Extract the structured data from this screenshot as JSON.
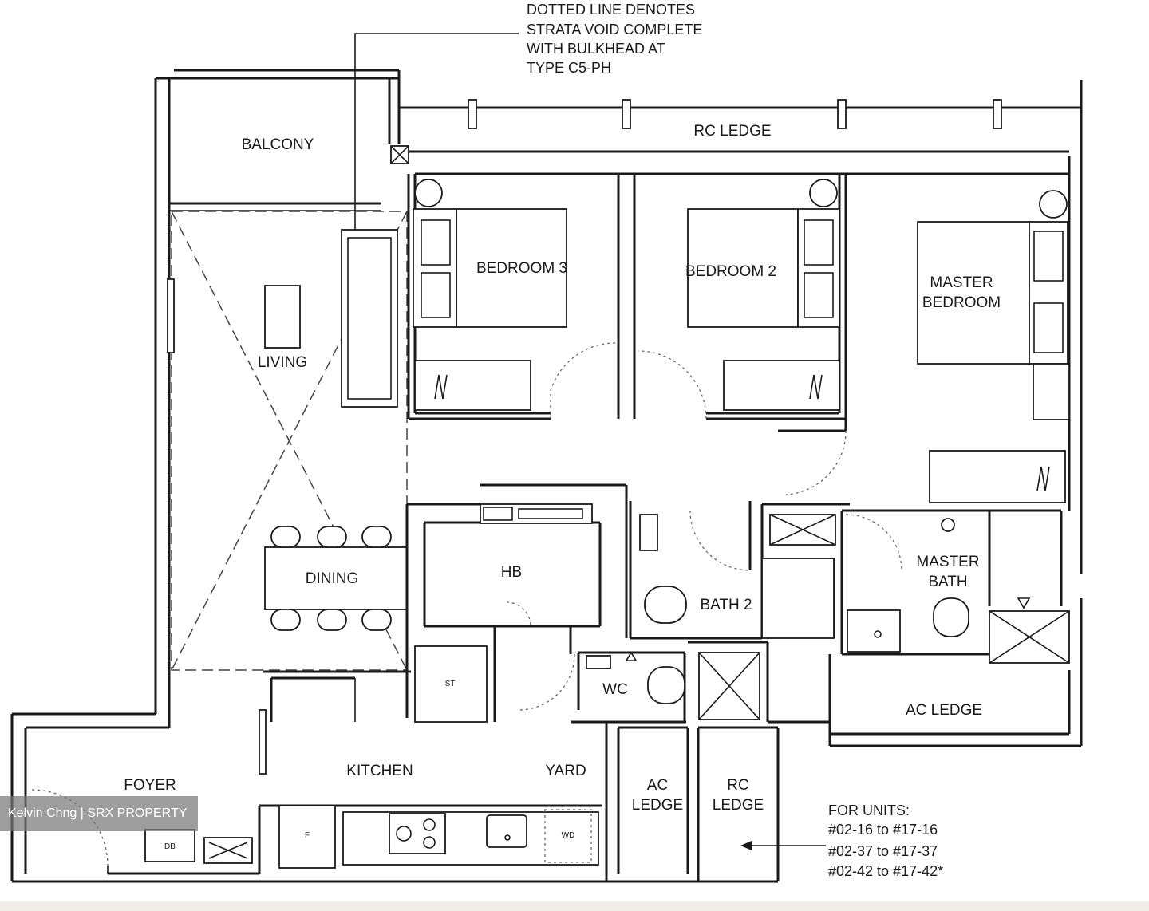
{
  "note": {
    "lines": [
      "DOTTED LINE DENOTES",
      "STRATA VOID COMPLETE",
      "WITH BULKHEAD AT",
      "TYPE C5-PH"
    ]
  },
  "rooms": {
    "balcony": "BALCONY",
    "rc_ledge_top": "RC LEDGE",
    "bedroom3": "BEDROOM 3",
    "bedroom2": "BEDROOM 2",
    "master_bedroom": [
      "MASTER",
      "BEDROOM"
    ],
    "living": "LIVING",
    "dining": "DINING",
    "hb": "HB",
    "bath2": "BATH 2",
    "master_bath": [
      "MASTER",
      "BATH"
    ],
    "wc": "WC",
    "st": "ST",
    "ac_ledge_right": "AC LEDGE",
    "foyer": "FOYER",
    "kitchen": "KITCHEN",
    "yard": "YARD",
    "ac_ledge_small": [
      "AC",
      "LEDGE"
    ],
    "rc_ledge_small": [
      "RC",
      "LEDGE"
    ],
    "db": "DB",
    "f": "F",
    "wd": "WD"
  },
  "units": {
    "heading": "FOR UNITS:",
    "lines": [
      "#02-16 to #17-16",
      "#02-37 to #17-37",
      "#02-42 to #17-42*"
    ]
  },
  "watermark": "Kelvin Chng | SRX PROPERTY"
}
